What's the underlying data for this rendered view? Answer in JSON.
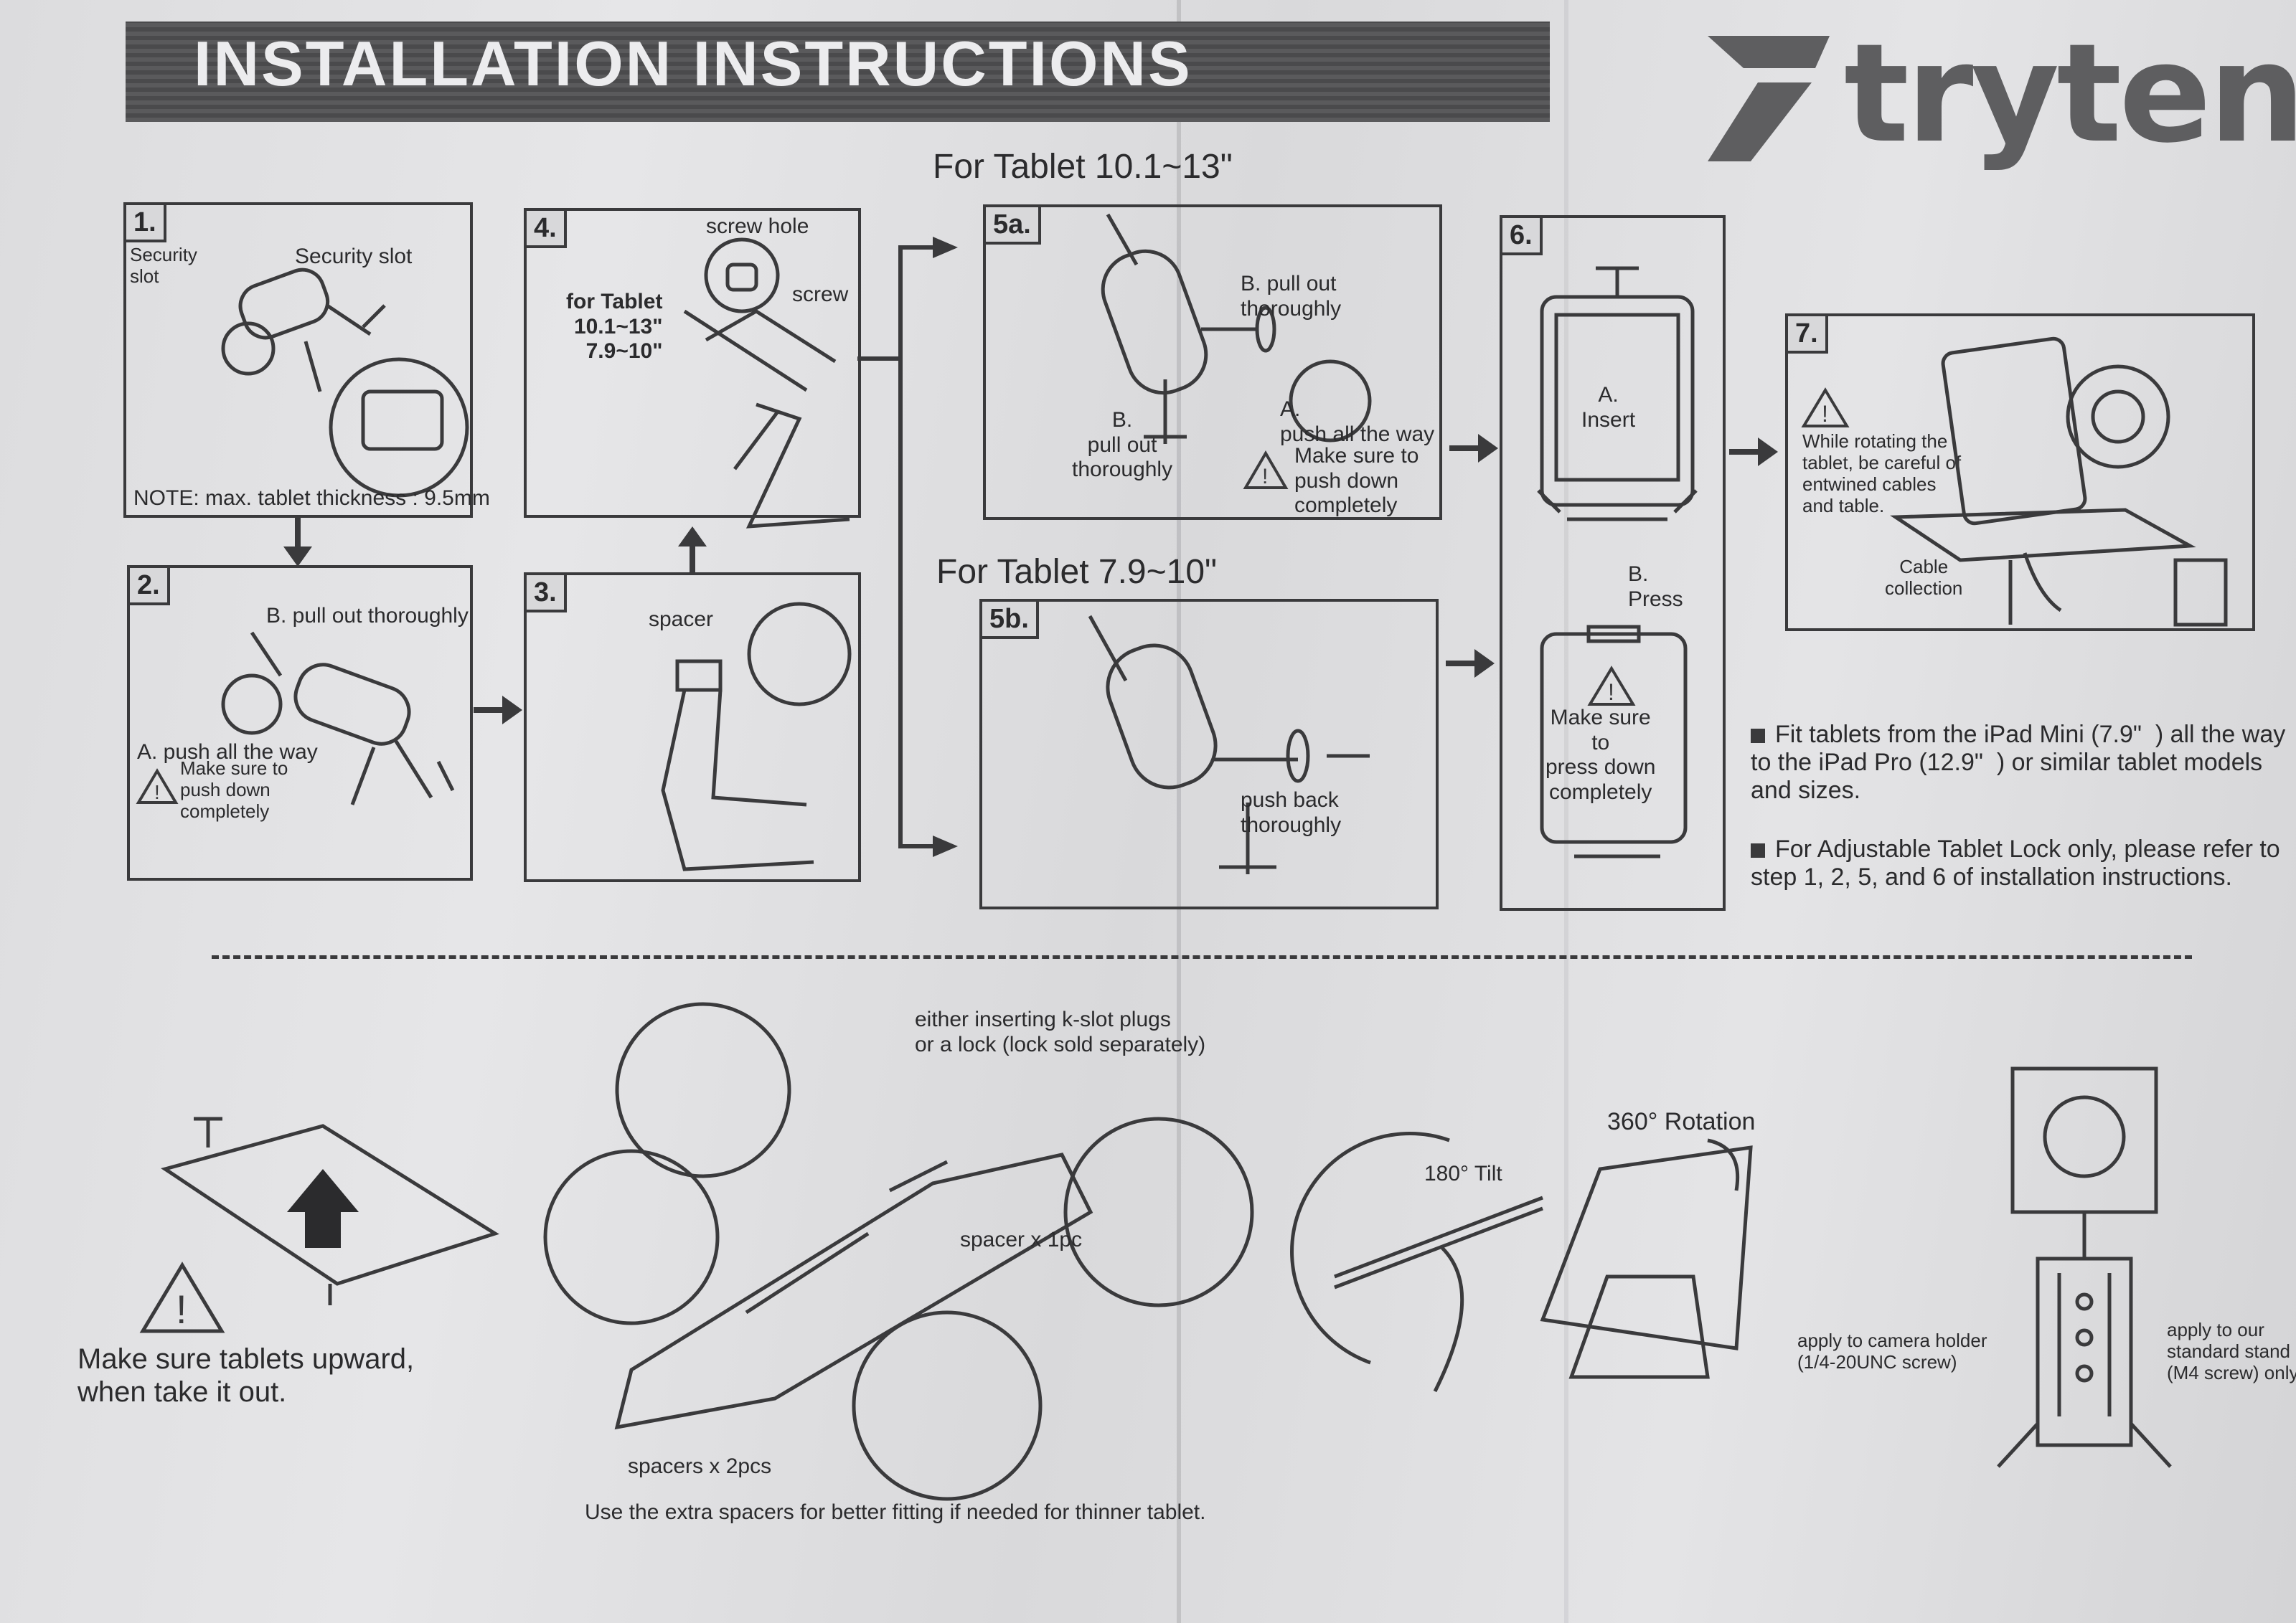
{
  "header": {
    "title": "INSTALLATION INSTRUCTIONS",
    "brand": "tryten"
  },
  "steps": {
    "s1": {
      "num": "1.",
      "security_slot_left": "Security\nslot",
      "security_slot_right": "Security slot",
      "note": "NOTE: max. tablet thickness : 9.5mm"
    },
    "s2": {
      "num": "2.",
      "pull_out": "B. pull out thoroughly",
      "push_all": "A. push all the way",
      "make_sure": "Make sure to\npush down\ncompletely"
    },
    "s3": {
      "num": "3.",
      "spacer": "spacer"
    },
    "s4": {
      "num": "4.",
      "screw_hole": "screw hole",
      "screw": "screw",
      "for_tablet": "for Tablet\n10.1~13\"\n7.9~10\""
    },
    "s5a": {
      "heading": "For Tablet 10.1~13\"",
      "num": "5a.",
      "pull_out_thoroughly": "B. pull out\nthoroughly",
      "b_pull_out": "B.\npull out\nthoroughly",
      "a_push": "A.\npush all the way",
      "make_sure": "Make sure to\npush down\ncompletely"
    },
    "s5b": {
      "heading": "For Tablet 7.9~10\"",
      "num": "5b.",
      "push_back": "push back\nthoroughly"
    },
    "s6": {
      "num": "6.",
      "insert": "A.\nInsert",
      "press": "B.\nPress",
      "make_sure": "Make sure\nto\npress down\ncompletely"
    },
    "s7": {
      "num": "7.",
      "warning": "While rotating the\ntablet, be careful of\nentwined cables\nand table.",
      "cable": "Cable\ncollection"
    }
  },
  "notes": [
    "Fit tablets from the iPad Mini (7.9\"  ) all the way\nto the iPad Pro (12.9\"  ) or similar tablet models\nand sizes.",
    "For Adjustable Tablet Lock only, please refer to\nstep 1, 2, 5, and 6 of installation instructions."
  ],
  "bottom": {
    "tablets_upward": "Make sure tablets upward,\nwhen take it out.",
    "kslot": "either inserting k-slot plugs\nor a lock (lock sold separately)",
    "spacer_1pc": "spacer x 1pc",
    "spacers_2pcs": "spacers x 2pcs",
    "extra_spacers": "Use the extra spacers for better fitting if needed for thinner tablet.",
    "rotation": "360° Rotation",
    "tilt": "180° Tilt",
    "camera_holder": "apply to camera holder\n(1/4-20UNC screw)",
    "standard_stand": "apply to our\nstandard stand\n(M4 screw) only"
  },
  "colors": {
    "ink": "#3a3a3c",
    "paper": "#e0e0e2",
    "banner": "#555557"
  },
  "icons": [
    "warning-triangle-icon",
    "arrow-right-icon",
    "arrow-down-icon",
    "arrow-up-icon",
    "arrow-right-hook-icon"
  ]
}
